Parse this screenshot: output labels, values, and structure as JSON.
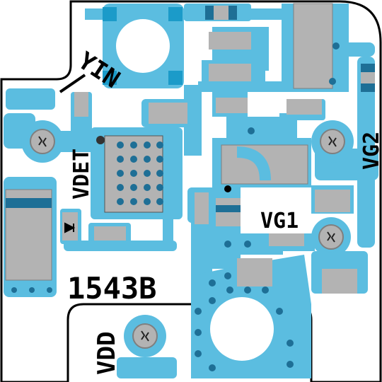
{
  "board": {
    "part_number": "1543B",
    "colors": {
      "substrate": "#ffffff",
      "copper": "#5bbde0",
      "copper_dark": "#1b9bc9",
      "component_body": "#b3b3b3",
      "component_edge": "#7f7f7f",
      "via": "#1e6f96",
      "silkscreen": "#000000",
      "outline": "#000000"
    }
  },
  "labels": {
    "yin": "YIN",
    "vdet": "VDET",
    "vg2": "VG2",
    "vg1": "VG1",
    "vdd": "VDD"
  },
  "mounting_holes": [
    "top-mounting-hole",
    "bottom-mounting-hole"
  ],
  "test_pad_icons": [
    "vdet-test-pad",
    "vg2-test-pad",
    "vg1-test-pad",
    "vdd-test-pad"
  ]
}
